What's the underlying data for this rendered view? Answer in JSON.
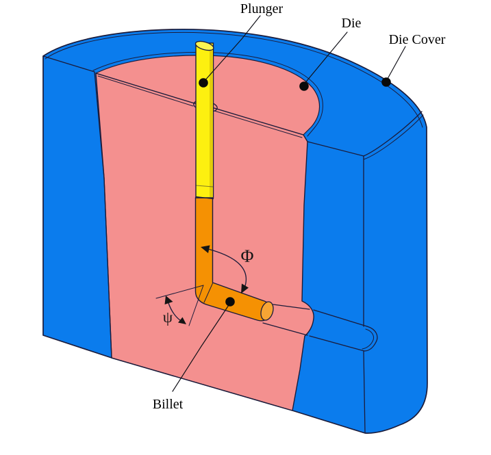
{
  "diagram": {
    "labels": {
      "plunger": "Plunger",
      "die": "Die",
      "die_cover": "Die Cover",
      "billet": "Billet"
    },
    "angle_symbols": {
      "phi": "Φ",
      "psi": "ψ"
    },
    "colors": {
      "die_cover": "#0b7ced",
      "die": "#f4908f",
      "plunger": "#fdf010",
      "plunger_side": "#e2cd0a",
      "plunger_cap": "#fcf452",
      "billet": "#f59103",
      "billet_cap": "#f7a534",
      "outline": "#1b1b3a",
      "background": "#ffffff"
    }
  }
}
